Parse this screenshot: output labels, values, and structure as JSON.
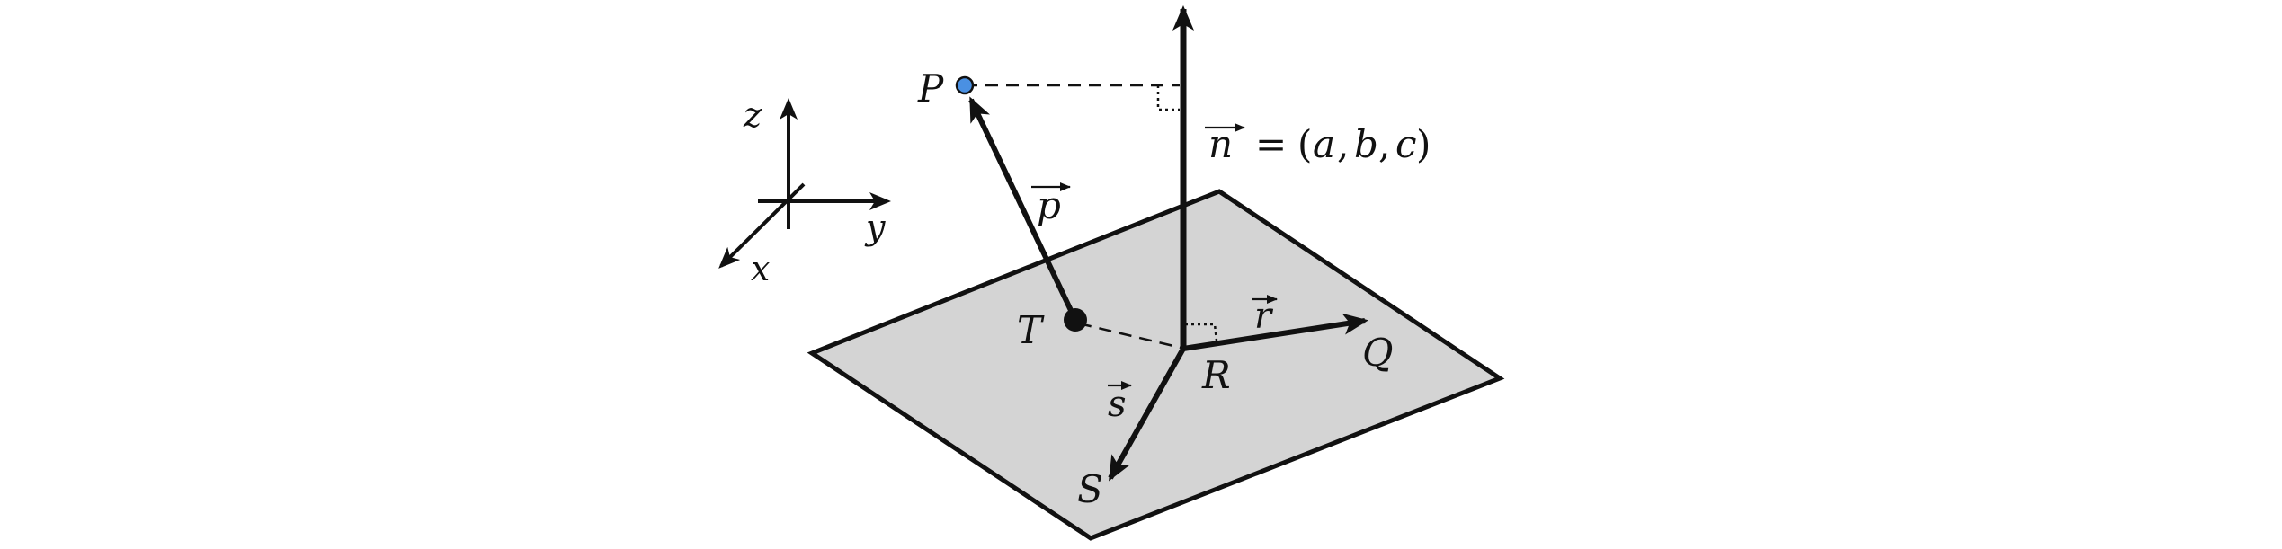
{
  "axes": {
    "z_label": "z",
    "y_label": "y",
    "x_label": "x"
  },
  "points": {
    "P": "P",
    "T": "T",
    "R": "R",
    "Q": "Q",
    "S": "S"
  },
  "vectors": {
    "p": "p",
    "n": "n",
    "r": "r",
    "s": "s"
  },
  "normal_equation": {
    "equals": "=",
    "open_paren": "(",
    "a": "a",
    "comma1": ",",
    "b": "b",
    "comma2": ",",
    "c": "c",
    "close_paren": ")"
  },
  "colors": {
    "plane_fill": "#d4d4d4",
    "line": "#111111",
    "point_P": "#4a90e2"
  }
}
